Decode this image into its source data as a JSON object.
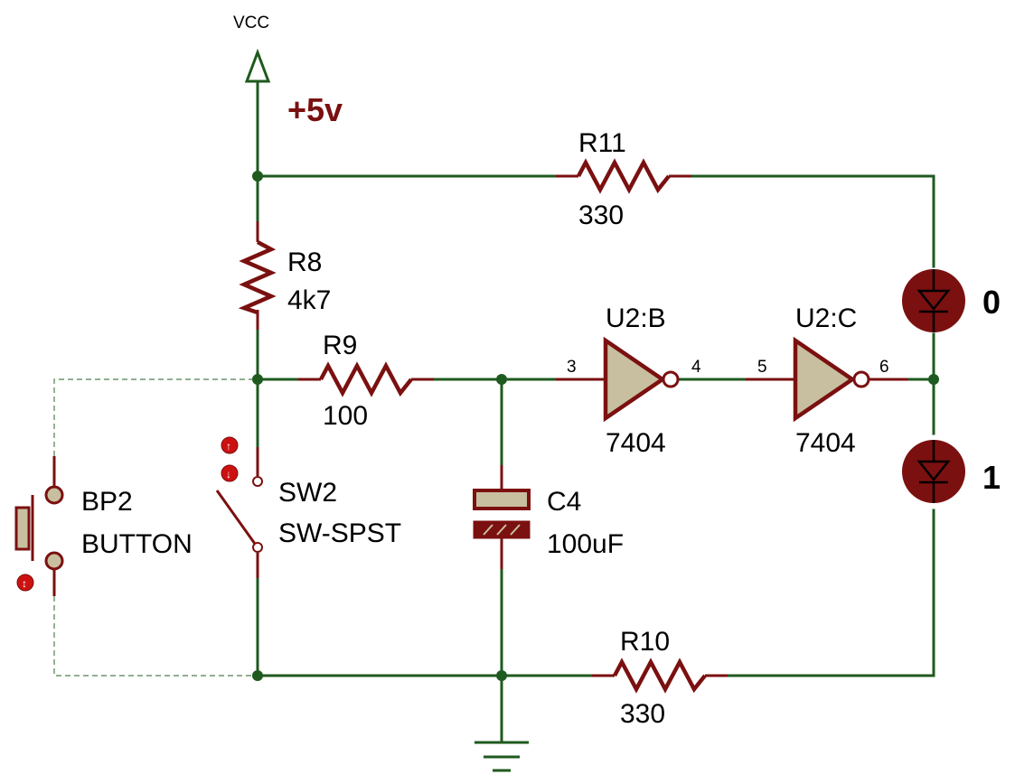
{
  "supply": {
    "terminal": "VCC",
    "voltage": "+5v"
  },
  "components": {
    "r11": {
      "ref": "R11",
      "value": "330"
    },
    "r8": {
      "ref": "R8",
      "value": "4k7"
    },
    "r9": {
      "ref": "R9",
      "value": "100"
    },
    "r10": {
      "ref": "R10",
      "value": "330"
    },
    "c4": {
      "ref": "C4",
      "value": "100uF"
    },
    "u2b": {
      "ref": "U2:B",
      "value": "7404",
      "pin_in": "3",
      "pin_out": "4"
    },
    "u2c": {
      "ref": "U2:C",
      "value": "7404",
      "pin_in": "5",
      "pin_out": "6"
    },
    "sw2": {
      "ref": "SW2",
      "value": "SW-SPST"
    },
    "bp2": {
      "ref": "BP2",
      "value": "BUTTON"
    },
    "led_top": {
      "label": "0"
    },
    "led_bottom": {
      "label": "1"
    }
  },
  "colors": {
    "wire": "#1f5a1f",
    "component": "#7b1010",
    "body_fill": "#c8bfa0",
    "led_fill": "#7b1010"
  }
}
